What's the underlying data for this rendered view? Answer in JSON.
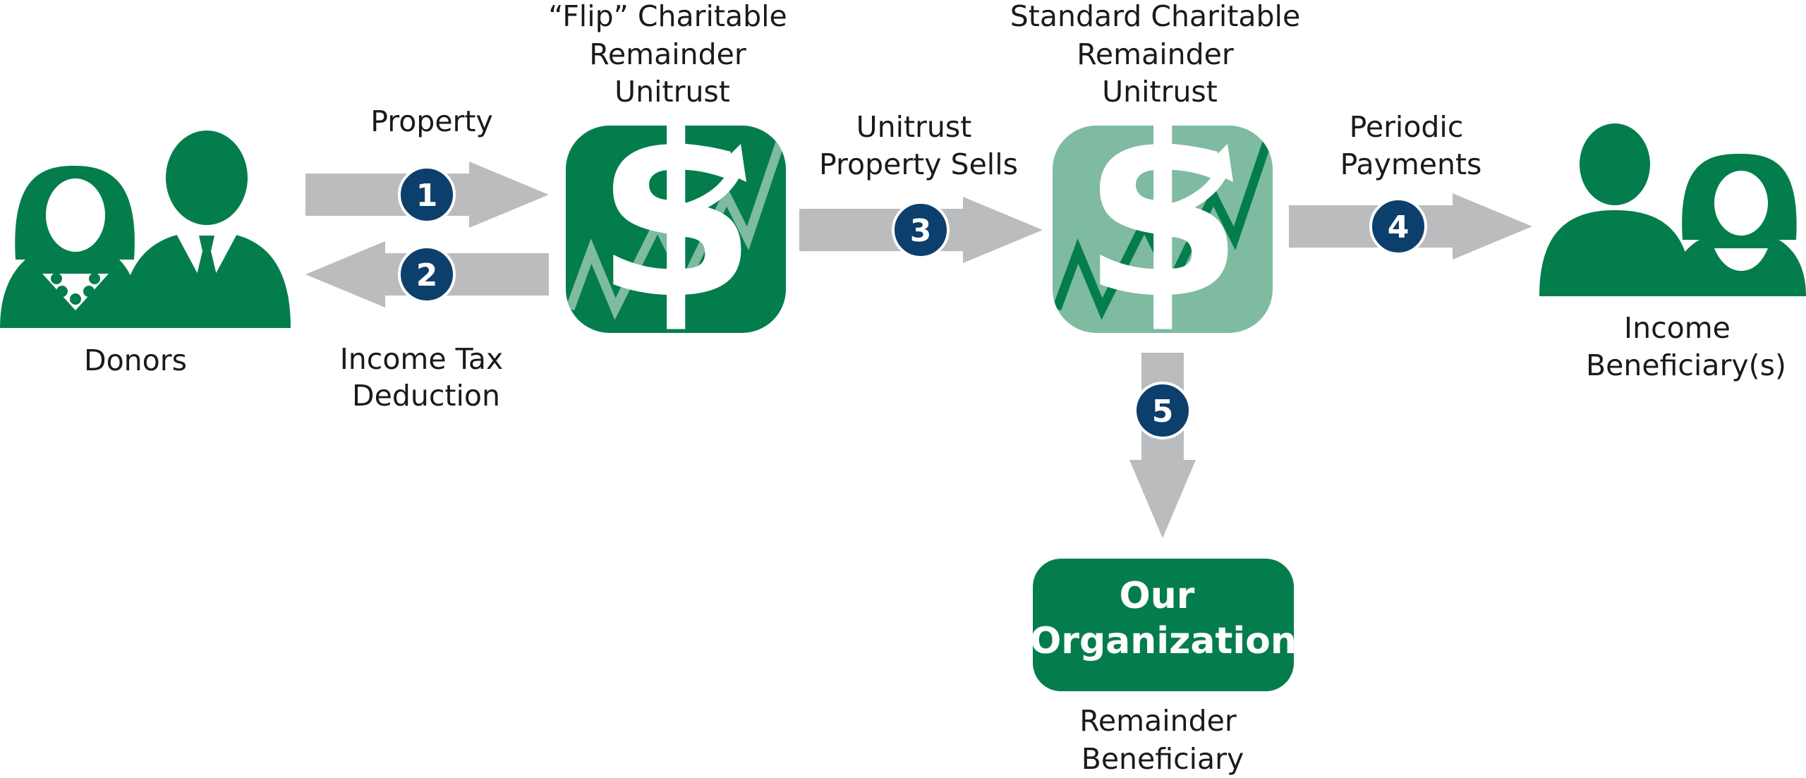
{
  "colors": {
    "green": "#047d4c",
    "light_green": "#7ebba1",
    "arrow_gray": "#bbbcbe",
    "badge_blue": "#0c3f6c",
    "text": "#1a1a1a"
  },
  "icons": {
    "dollar_symbol": "$",
    "donors": "donors-icon",
    "beneficiaries": "income-beneficiaries-icon",
    "flip_trust": "dollar-growth-icon",
    "standard_trust": "dollar-growth-icon"
  },
  "nodes": {
    "donors": {
      "label": "Donors"
    },
    "flip_trust": {
      "title": [
        "“Flip” Charitable",
        "Remainder",
        "Unitrust"
      ]
    },
    "standard_trust": {
      "title": [
        "Standard Charitable",
        "Remainder",
        "Unitrust"
      ]
    },
    "income_beneficiary": {
      "label": [
        "Income",
        "Beneficiary(s)"
      ]
    },
    "organization": {
      "name": [
        "Our",
        "Organization"
      ],
      "label": [
        "Remainder",
        "Beneficiary"
      ]
    }
  },
  "steps": [
    {
      "number": "1",
      "label": [
        "Property"
      ]
    },
    {
      "number": "2",
      "label": [
        "Income Tax",
        "Deduction"
      ]
    },
    {
      "number": "3",
      "label": [
        "Unitrust",
        "Property Sells"
      ]
    },
    {
      "number": "4",
      "label": [
        "Periodic",
        "Payments"
      ]
    },
    {
      "number": "5",
      "label": []
    }
  ]
}
